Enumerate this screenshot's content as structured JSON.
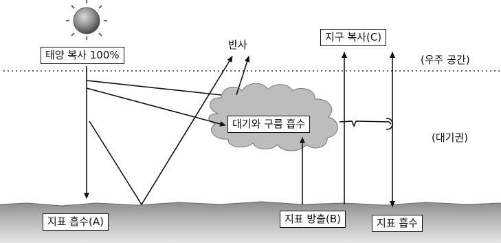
{
  "labels": {
    "solar": "태양 복사 100%",
    "reflection": "반사",
    "earth_radiation": "지구 복사(C)",
    "space": "(우주 공간)",
    "atmosphere": "(대기권)",
    "absorb_atm_cloud": "대기와 구름 흡수",
    "surface_absorb_a": "지표 흡수(A)",
    "surface_emit_b": "지표 방출(B)",
    "surface_absorb": "지표 흡수"
  }
}
